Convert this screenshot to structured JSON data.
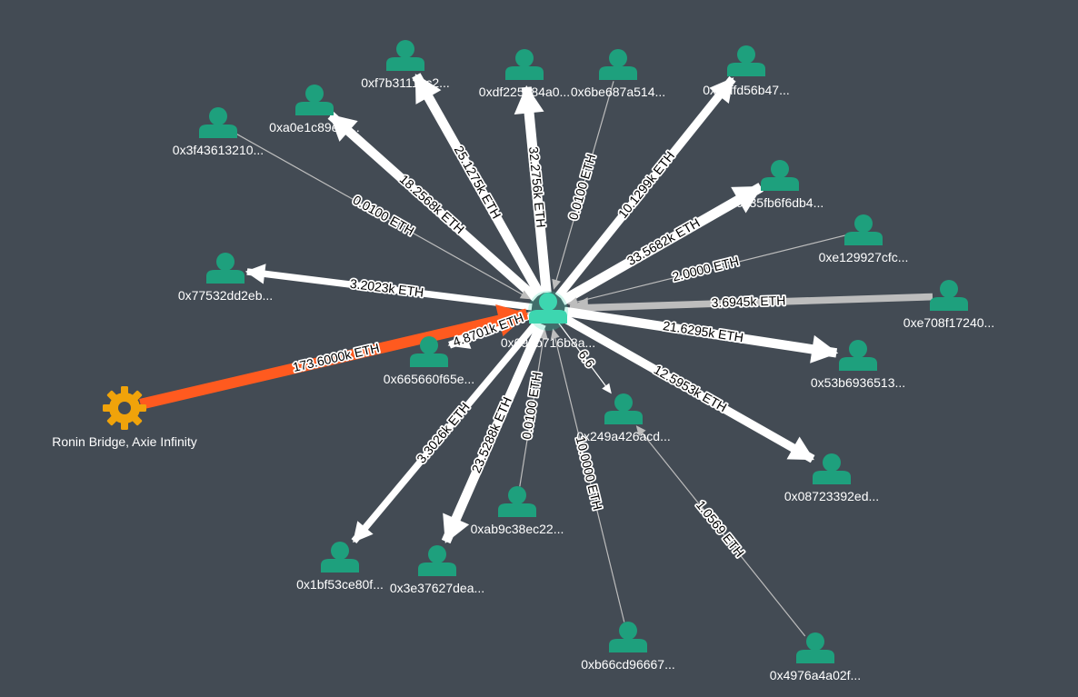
{
  "colors": {
    "background": "#434b54",
    "person": "#1ea07d",
    "center": "#3dd6b0",
    "edge_out": "#ffffff",
    "edge_in": "#bdbdbd",
    "edge_highlight": "#ff5a1f",
    "exchange": "#f0a30a"
  },
  "icons": {
    "person": "person-icon",
    "exchange": "gear-icon"
  },
  "center": {
    "id": "center",
    "label": "0x098b716b8a..."
  },
  "nodes": [
    {
      "id": "n_f7b3",
      "label": "0xf7b31119c2...",
      "icon": "person"
    },
    {
      "id": "n_df22",
      "label": "0xdf225e84a0...",
      "icon": "person"
    },
    {
      "id": "n_6be6",
      "label": "0x6be687a514...",
      "icon": "person"
    },
    {
      "id": "n_3cff",
      "label": "0x3cffd56b47...",
      "icon": "person"
    },
    {
      "id": "n_a0e1",
      "label": "0xa0e1c89ef1...",
      "icon": "person"
    },
    {
      "id": "n_3f43",
      "label": "0x3f43613210...",
      "icon": "person"
    },
    {
      "id": "n_35fb",
      "label": "0x35fb6f6db4...",
      "icon": "person"
    },
    {
      "id": "n_e129",
      "label": "0xe129927cfc...",
      "icon": "person"
    },
    {
      "id": "n_7753",
      "label": "0x77532dd2eb...",
      "icon": "person"
    },
    {
      "id": "n_e708",
      "label": "0xe708f17240...",
      "icon": "person"
    },
    {
      "id": "n_53b6",
      "label": "0x53b6936513...",
      "icon": "person"
    },
    {
      "id": "n_6656",
      "label": "0x665660f65e...",
      "icon": "person"
    },
    {
      "id": "ronin",
      "label": "Ronin Bridge, Axie Infinity",
      "icon": "exchange"
    },
    {
      "id": "n_249a",
      "label": "0x249a426acd...",
      "icon": "person"
    },
    {
      "id": "n_0872",
      "label": "0x08723392ed...",
      "icon": "person"
    },
    {
      "id": "n_ab9c",
      "label": "0xab9c38ec22...",
      "icon": "person"
    },
    {
      "id": "n_1bf5",
      "label": "0x1bf53ce80f...",
      "icon": "person"
    },
    {
      "id": "n_3e37",
      "label": "0x3e37627dea...",
      "icon": "person"
    },
    {
      "id": "n_b66c",
      "label": "0xb66cd96667...",
      "icon": "person"
    },
    {
      "id": "n_4976",
      "label": "0x4976a4a02f...",
      "icon": "person"
    }
  ],
  "edges": [
    {
      "from": "center",
      "to": "n_f7b3",
      "label": "25.1275k ETH",
      "amount": 25127.5,
      "kind": "out"
    },
    {
      "from": "center",
      "to": "n_df22",
      "label": "32.2756k ETH",
      "amount": 32275.6,
      "kind": "out"
    },
    {
      "from": "n_6be6",
      "to": "center",
      "label": "0.0100 ETH",
      "amount": 0.01,
      "kind": "in"
    },
    {
      "from": "center",
      "to": "n_3cff",
      "label": "10.1299k ETH",
      "amount": 10129.9,
      "kind": "out"
    },
    {
      "from": "center",
      "to": "n_a0e1",
      "label": "18.2568k ETH",
      "amount": 18256.8,
      "kind": "out"
    },
    {
      "from": "n_3f43",
      "to": "center",
      "label": "0.0100 ETH",
      "amount": 0.01,
      "kind": "in"
    },
    {
      "from": "center",
      "to": "n_35fb",
      "label": "33.5682k ETH",
      "amount": 33568.2,
      "kind": "out"
    },
    {
      "from": "n_e129",
      "to": "center",
      "label": "2.0000 ETH",
      "amount": 2.0,
      "kind": "in"
    },
    {
      "from": "center",
      "to": "n_7753",
      "label": "3.2023k ETH",
      "amount": 3202.3,
      "kind": "out"
    },
    {
      "from": "n_e708",
      "to": "center",
      "label": "3.6945k ETH",
      "amount": 3694.5,
      "kind": "in"
    },
    {
      "from": "center",
      "to": "n_53b6",
      "label": "21.6295k ETH",
      "amount": 21629.5,
      "kind": "out"
    },
    {
      "from": "center",
      "to": "n_6656",
      "label": "4.8701k ETH",
      "amount": 4870.1,
      "kind": "out"
    },
    {
      "from": "ronin",
      "to": "center",
      "label": "173.6000k ETH",
      "amount": 173600,
      "kind": "highlight"
    },
    {
      "from": "center",
      "to": "n_249a",
      "label": "6.6",
      "amount": 6.6,
      "kind": "out"
    },
    {
      "from": "center",
      "to": "n_0872",
      "label": "12.5953k ETH",
      "amount": 12595.3,
      "kind": "out"
    },
    {
      "from": "n_ab9c",
      "to": "center",
      "label": "0.0100 ETH",
      "amount": 0.01,
      "kind": "in"
    },
    {
      "from": "center",
      "to": "n_1bf5",
      "label": "3.3026k ETH",
      "amount": 3302.6,
      "kind": "out"
    },
    {
      "from": "center",
      "to": "n_3e37",
      "label": "23.5288k ETH",
      "amount": 23528.8,
      "kind": "out"
    },
    {
      "from": "n_b66c",
      "to": "center",
      "label": "10.0000 ETH",
      "amount": 10.0,
      "kind": "in"
    },
    {
      "from": "n_4976",
      "to": "n_249a",
      "label": "1.0569 ETH",
      "amount": 1.0569,
      "kind": "in"
    }
  ]
}
